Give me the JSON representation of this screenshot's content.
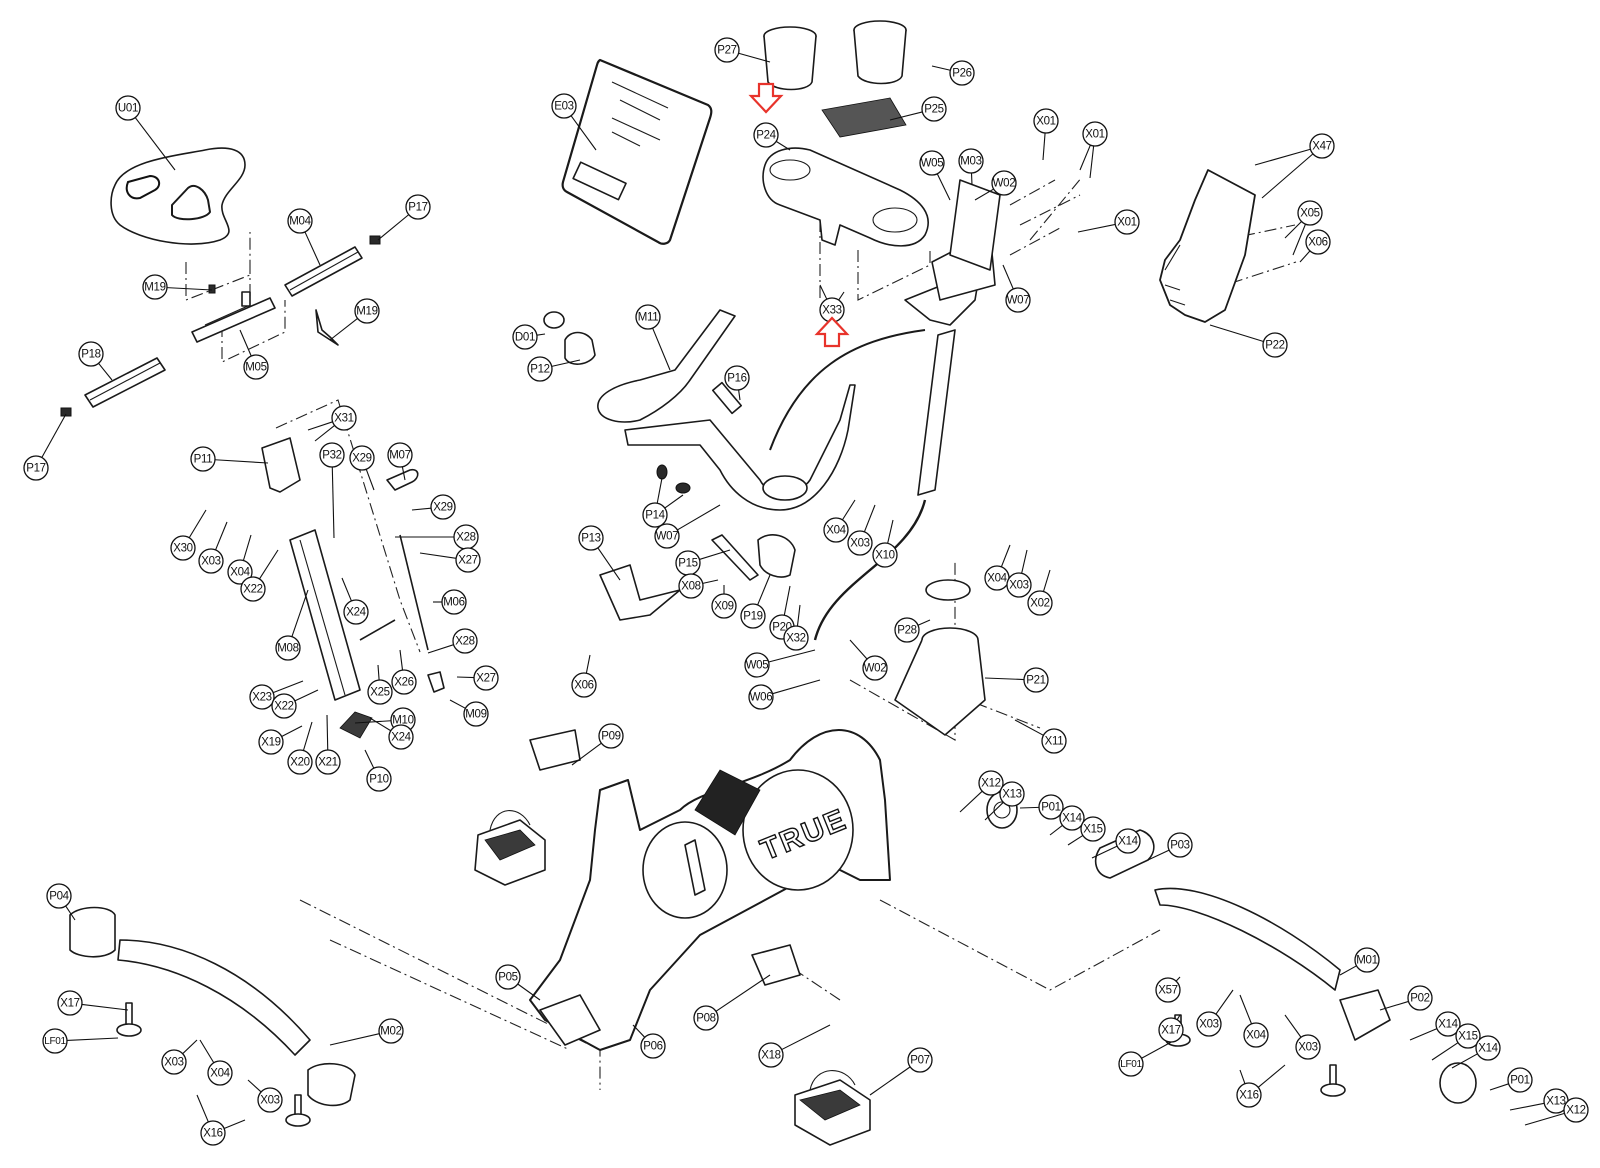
{
  "diagram": {
    "title": "Upright bike exploded parts view",
    "brand_text": "TRUE",
    "highlight_color": "#e8332b",
    "callouts": [
      {
        "id": "U01"
      },
      {
        "id": "M04"
      },
      {
        "id": "P17"
      },
      {
        "id": "M19"
      },
      {
        "id": "M19"
      },
      {
        "id": "M05"
      },
      {
        "id": "P18"
      },
      {
        "id": "P17"
      },
      {
        "id": "X31"
      },
      {
        "id": "P11"
      },
      {
        "id": "P32"
      },
      {
        "id": "X29"
      },
      {
        "id": "M07"
      },
      {
        "id": "X29"
      },
      {
        "id": "X30"
      },
      {
        "id": "X03"
      },
      {
        "id": "X04"
      },
      {
        "id": "X22"
      },
      {
        "id": "X24"
      },
      {
        "id": "X28"
      },
      {
        "id": "X27"
      },
      {
        "id": "M06"
      },
      {
        "id": "M08"
      },
      {
        "id": "X28"
      },
      {
        "id": "X26"
      },
      {
        "id": "X25"
      },
      {
        "id": "X27"
      },
      {
        "id": "X23"
      },
      {
        "id": "X22"
      },
      {
        "id": "M10"
      },
      {
        "id": "M09"
      },
      {
        "id": "X24"
      },
      {
        "id": "X19"
      },
      {
        "id": "X20"
      },
      {
        "id": "X21"
      },
      {
        "id": "P10"
      },
      {
        "id": "E03"
      },
      {
        "id": "P27"
      },
      {
        "id": "P26"
      },
      {
        "id": "P25"
      },
      {
        "id": "P24"
      },
      {
        "id": "X33"
      },
      {
        "id": "D01"
      },
      {
        "id": "P12"
      },
      {
        "id": "M11"
      },
      {
        "id": "P16"
      },
      {
        "id": "P14"
      },
      {
        "id": "W07"
      },
      {
        "id": "P13"
      },
      {
        "id": "P15"
      },
      {
        "id": "X08"
      },
      {
        "id": "X09"
      },
      {
        "id": "P19"
      },
      {
        "id": "P20"
      },
      {
        "id": "X32"
      },
      {
        "id": "X06"
      },
      {
        "id": "X04"
      },
      {
        "id": "X03"
      },
      {
        "id": "X10"
      },
      {
        "id": "W05"
      },
      {
        "id": "M03"
      },
      {
        "id": "W02"
      },
      {
        "id": "X01"
      },
      {
        "id": "X01"
      },
      {
        "id": "X01"
      },
      {
        "id": "W07"
      },
      {
        "id": "X47"
      },
      {
        "id": "X05"
      },
      {
        "id": "X06"
      },
      {
        "id": "P22"
      },
      {
        "id": "X04"
      },
      {
        "id": "X03"
      },
      {
        "id": "X02"
      },
      {
        "id": "P28"
      },
      {
        "id": "P21"
      },
      {
        "id": "W05"
      },
      {
        "id": "W02"
      },
      {
        "id": "W06"
      },
      {
        "id": "X11"
      },
      {
        "id": "P09"
      },
      {
        "id": "X12"
      },
      {
        "id": "X13"
      },
      {
        "id": "P01"
      },
      {
        "id": "X14"
      },
      {
        "id": "X15"
      },
      {
        "id": "X14"
      },
      {
        "id": "P03"
      },
      {
        "id": "P04"
      },
      {
        "id": "X17"
      },
      {
        "id": "LF01"
      },
      {
        "id": "M02"
      },
      {
        "id": "X03"
      },
      {
        "id": "X04"
      },
      {
        "id": "X03"
      },
      {
        "id": "X16"
      },
      {
        "id": "P05"
      },
      {
        "id": "P06"
      },
      {
        "id": "P08"
      },
      {
        "id": "X18"
      },
      {
        "id": "P07"
      },
      {
        "id": "M01"
      },
      {
        "id": "X57"
      },
      {
        "id": "X17"
      },
      {
        "id": "X03"
      },
      {
        "id": "X04"
      },
      {
        "id": "X03"
      },
      {
        "id": "LF01"
      },
      {
        "id": "X16"
      },
      {
        "id": "P02"
      },
      {
        "id": "X14"
      },
      {
        "id": "X15"
      },
      {
        "id": "X14"
      },
      {
        "id": "P01"
      },
      {
        "id": "X13"
      },
      {
        "id": "X12"
      }
    ],
    "highlight_arrows": [
      {
        "target": "P24",
        "direction": "down"
      },
      {
        "target": "X33",
        "direction": "up"
      }
    ]
  }
}
